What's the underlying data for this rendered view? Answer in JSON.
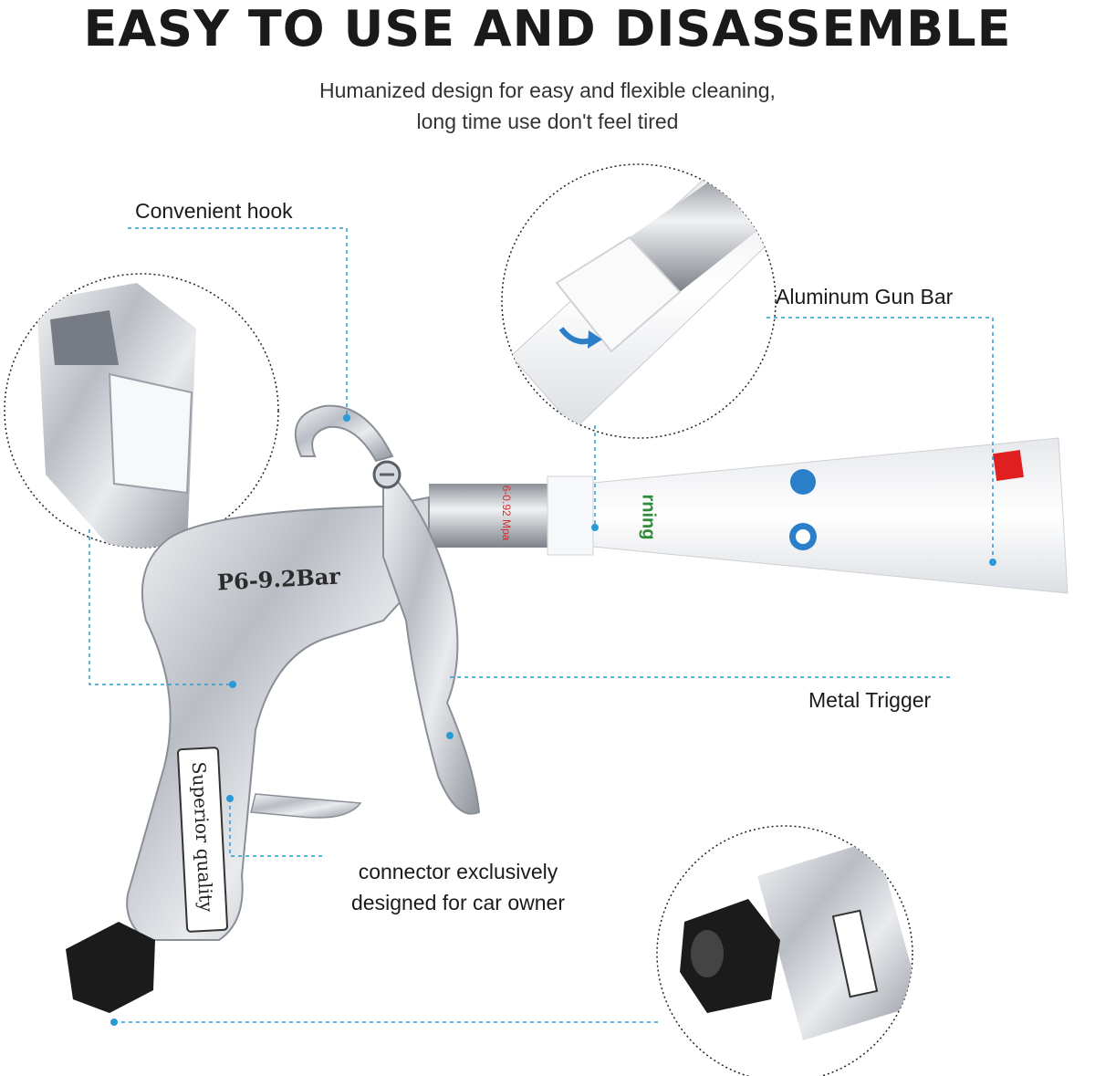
{
  "header": {
    "title": "EASY TO USE AND DISASSEMBLE",
    "subtitle_line1": "Humanized design for easy and flexible cleaning,",
    "subtitle_line2": "long time use don't feel tired"
  },
  "callouts": {
    "hook": "Convenient hook",
    "gun_bar": "Aluminum Gun Bar",
    "trigger": "Metal Trigger",
    "connector_line1": "connector exclusively",
    "connector_line2": "designed for car owner"
  },
  "product_marks": {
    "pressure_body": "P6-9.2Bar",
    "quality_badge": "Superior quality",
    "nozzle_text": "6-0.92 Mpa",
    "cone_text": "rning"
  },
  "colors": {
    "accent_line": "#2a9ad6",
    "metal": "#c9ccd1",
    "plastic": "#f3f4f6",
    "fitting": "#1b1b1b"
  }
}
